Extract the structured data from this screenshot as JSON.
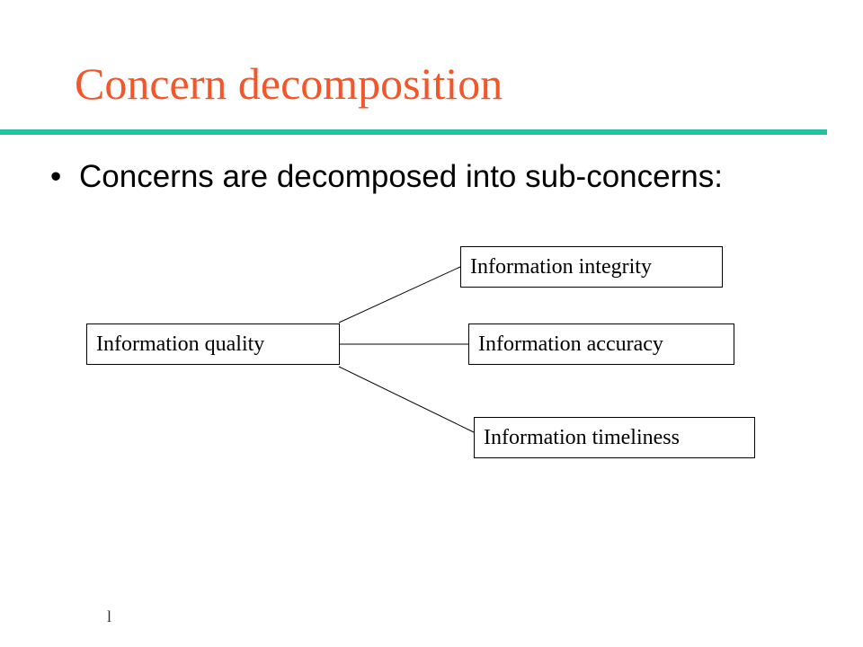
{
  "slide": {
    "title": "Concern decomposition",
    "bullet_glyph": "•",
    "bullet_text": "Concerns are decomposed into sub-concerns:",
    "footer_mark": "l"
  },
  "colors": {
    "title": "#f2562b",
    "rule": "#25c2a0",
    "text": "#000000",
    "line": "#000000"
  },
  "diagram": {
    "root": "Information quality",
    "children": [
      "Information integrity",
      "Information accuracy",
      "Information timeliness"
    ]
  }
}
